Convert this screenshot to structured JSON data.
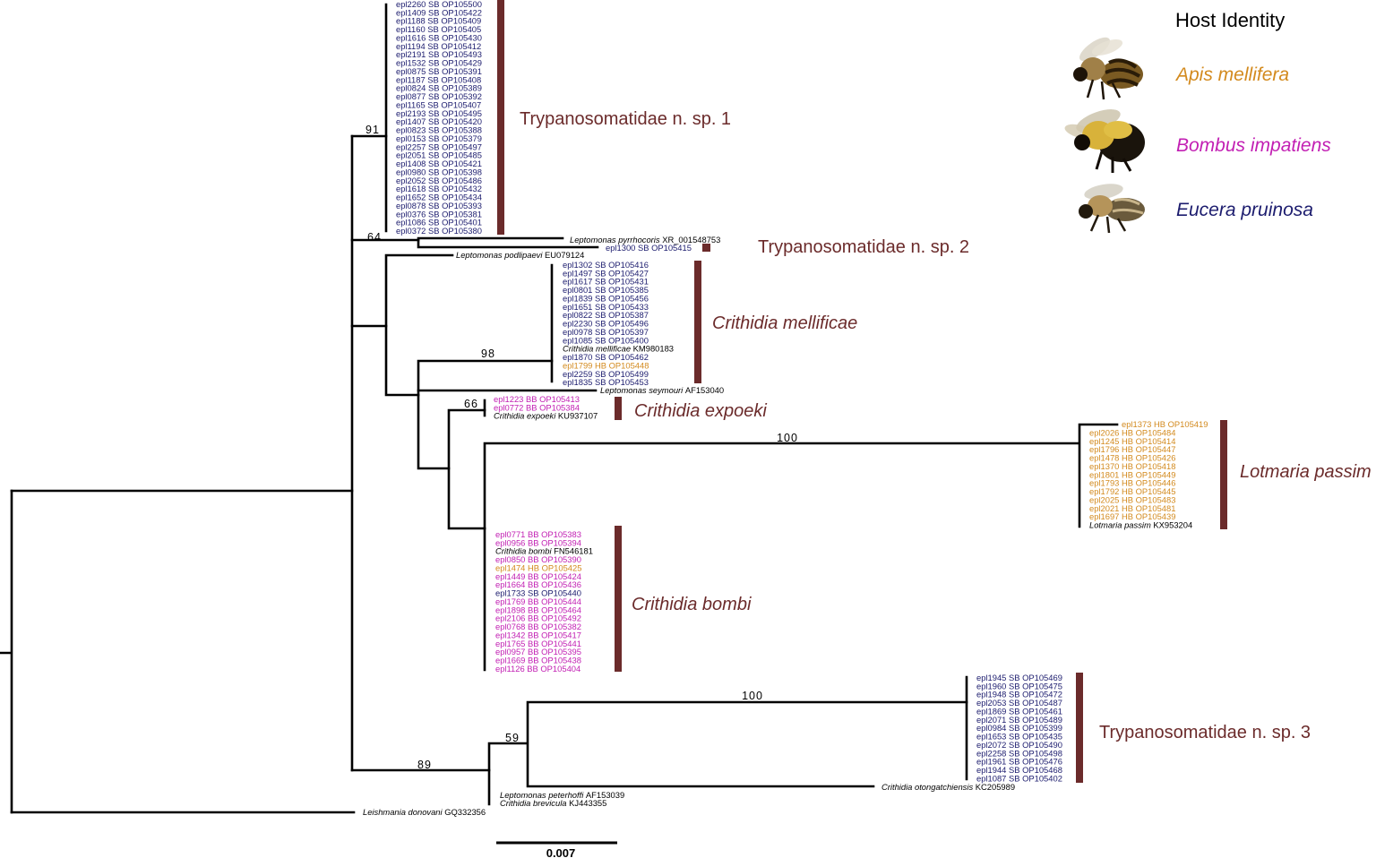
{
  "colors": {
    "branch": "#000000",
    "clade_bar": "#6b2b2b",
    "eucera": "#1c1c6e",
    "bombus": "#c21fb3",
    "apis": "#d38a1e",
    "reference": "#000000"
  },
  "legend": {
    "title": "Host Identity",
    "hosts": [
      {
        "name": "Apis mellifera",
        "color_key": "apis",
        "icon": "honeybee-icon"
      },
      {
        "name": "Bombus impatiens",
        "color_key": "bombus",
        "icon": "bumblebee-icon"
      },
      {
        "name": "Eucera pruinosa",
        "color_key": "eucera",
        "icon": "squash-bee-icon"
      }
    ]
  },
  "scale_bar": {
    "label": "0.007"
  },
  "clades": [
    {
      "label": "Trypanosomatidae n. sp. 1",
      "italic": false
    },
    {
      "label": "Trypanosomatidae n. sp. 2",
      "italic": false
    },
    {
      "label": "Crithidia mellificae",
      "italic": true
    },
    {
      "label": "Crithidia expoeki",
      "italic": true
    },
    {
      "label": "Lotmaria passim",
      "italic": true
    },
    {
      "label": "Crithidia bombi",
      "italic": true
    },
    {
      "label": "Trypanosomatidae n. sp. 3",
      "italic": false
    }
  ],
  "support_values": [
    "91",
    "64",
    "98",
    "66",
    "100",
    "100",
    "59",
    "89"
  ],
  "taxa": {
    "sp1": [
      {
        "t": "epl2260 SB OP105500",
        "h": "eucera"
      },
      {
        "t": "epl1409 SB OP105422",
        "h": "eucera"
      },
      {
        "t": "epl1188 SB OP105409",
        "h": "eucera"
      },
      {
        "t": "epl1160 SB OP105405",
        "h": "eucera"
      },
      {
        "t": "epl1616 SB OP105430",
        "h": "eucera"
      },
      {
        "t": "epl1194 SB OP105412",
        "h": "eucera"
      },
      {
        "t": "epl2191 SB OP105493",
        "h": "eucera"
      },
      {
        "t": "epl1532 SB OP105429",
        "h": "eucera"
      },
      {
        "t": "epl0875 SB OP105391",
        "h": "eucera"
      },
      {
        "t": "epl1187 SB OP105408",
        "h": "eucera"
      },
      {
        "t": "epl0824 SB OP105389",
        "h": "eucera"
      },
      {
        "t": "epl0877 SB OP105392",
        "h": "eucera"
      },
      {
        "t": "epl1165 SB OP105407",
        "h": "eucera"
      },
      {
        "t": "epl2193 SB OP105495",
        "h": "eucera"
      },
      {
        "t": "epl1407 SB OP105420",
        "h": "eucera"
      },
      {
        "t": "epl0823 SB OP105388",
        "h": "eucera"
      },
      {
        "t": "epl0153 SB OP105379",
        "h": "eucera"
      },
      {
        "t": "epl2257 SB OP105497",
        "h": "eucera"
      },
      {
        "t": "epl2051 SB OP105485",
        "h": "eucera"
      },
      {
        "t": "epl1408 SB OP105421",
        "h": "eucera"
      },
      {
        "t": "epl0980 SB OP105398",
        "h": "eucera"
      },
      {
        "t": "epl2052 SB OP105486",
        "h": "eucera"
      },
      {
        "t": "epl1618 SB OP105432",
        "h": "eucera"
      },
      {
        "t": "epl1652 SB OP105434",
        "h": "eucera"
      },
      {
        "t": "epl0878 SB OP105393",
        "h": "eucera"
      },
      {
        "t": "epl0376 SB OP105381",
        "h": "eucera"
      },
      {
        "t": "epl1086 SB OP105401",
        "h": "eucera"
      },
      {
        "t": "epl0372 SB OP105380",
        "h": "eucera"
      }
    ],
    "pyrrhocoris": {
      "name": "Leptomonas pyrrhocoris",
      "acc": "XR_001548753"
    },
    "sp2": {
      "t": "epl1300 SB OP105415",
      "h": "eucera"
    },
    "podlipaevi": {
      "name": "Leptomonas podlipaevi",
      "acc": "EU079124"
    },
    "mellificae": [
      {
        "t": "epl1302 SB OP105416",
        "h": "eucera"
      },
      {
        "t": "epl1497 SB OP105427",
        "h": "eucera"
      },
      {
        "t": "epl1617 SB OP105431",
        "h": "eucera"
      },
      {
        "t": "epl0801 SB OP105385",
        "h": "eucera"
      },
      {
        "t": "epl1839 SB OP105456",
        "h": "eucera"
      },
      {
        "t": "epl1651 SB OP105433",
        "h": "eucera"
      },
      {
        "t": "epl0822 SB OP105387",
        "h": "eucera"
      },
      {
        "t": "epl2230 SB OP105496",
        "h": "eucera"
      },
      {
        "t": "epl0978 SB OP105397",
        "h": "eucera"
      },
      {
        "t": "epl1085 SB OP105400",
        "h": "eucera"
      },
      {
        "name": "Crithidia mellificae",
        "acc": "KM980183",
        "h": "reference"
      },
      {
        "t": "epl1870 SB OP105462",
        "h": "eucera"
      },
      {
        "t": "epl1799 HB OP105448",
        "h": "apis"
      },
      {
        "t": "epl2259 SB OP105499",
        "h": "eucera"
      },
      {
        "t": "epl1835 SB OP105453",
        "h": "eucera"
      }
    ],
    "seymouri": {
      "name": "Leptomonas seymouri",
      "acc": "AF153040"
    },
    "expoeki": [
      {
        "t": "epl1223 BB OP105413",
        "h": "bombus"
      },
      {
        "t": "epl0772 BB OP105384",
        "h": "bombus"
      },
      {
        "name": "Crithidia expoeki",
        "acc": "KU937107",
        "h": "reference"
      }
    ],
    "lotmaria": [
      {
        "t": "epl1373 HB OP105419",
        "h": "apis"
      },
      {
        "t": "epl2026 HB OP105484",
        "h": "apis"
      },
      {
        "t": "epl1245 HB OP105414",
        "h": "apis"
      },
      {
        "t": "epl1796 HB OP105447",
        "h": "apis"
      },
      {
        "t": "epl1478 HB OP105426",
        "h": "apis"
      },
      {
        "t": "epl1370 HB OP105418",
        "h": "apis"
      },
      {
        "t": "epl1801 HB OP105449",
        "h": "apis"
      },
      {
        "t": "epl1793 HB OP105446",
        "h": "apis"
      },
      {
        "t": "epl1792 HB OP105445",
        "h": "apis"
      },
      {
        "t": "epl2025 HB OP105483",
        "h": "apis"
      },
      {
        "t": "epl2021 HB OP105481",
        "h": "apis"
      },
      {
        "t": "epl1697 HB OP105439",
        "h": "apis"
      },
      {
        "name": "Lotmaria passim",
        "acc": "KX953204",
        "h": "reference"
      }
    ],
    "bombi": [
      {
        "t": "epl0771 BB OP105383",
        "h": "bombus"
      },
      {
        "t": "epl0956 BB OP105394",
        "h": "bombus"
      },
      {
        "name": "Crithidia bombi",
        "acc": "FN546181",
        "h": "reference"
      },
      {
        "t": "epl0850 BB OP105390",
        "h": "bombus"
      },
      {
        "t": "epl1474 HB OP105425",
        "h": "apis"
      },
      {
        "t": "epl1449 BB OP105424",
        "h": "bombus"
      },
      {
        "t": "epl1664 BB OP105436",
        "h": "bombus"
      },
      {
        "t": "epl1733 SB OP105440",
        "h": "eucera"
      },
      {
        "t": "epl1769 BB OP105444",
        "h": "bombus"
      },
      {
        "t": "epl1898 BB OP105464",
        "h": "bombus"
      },
      {
        "t": "epl2106 BB OP105492",
        "h": "bombus"
      },
      {
        "t": "epl0768 BB OP105382",
        "h": "bombus"
      },
      {
        "t": "epl1342 BB OP105417",
        "h": "bombus"
      },
      {
        "t": "epl1765 BB OP105441",
        "h": "bombus"
      },
      {
        "t": "epl0957 BB OP105395",
        "h": "bombus"
      },
      {
        "t": "epl1669 BB OP105438",
        "h": "bombus"
      },
      {
        "t": "epl1126 BB OP105404",
        "h": "bombus"
      }
    ],
    "sp3": [
      {
        "t": "epl1945 SB OP105469",
        "h": "eucera"
      },
      {
        "t": "epl1960 SB OP105475",
        "h": "eucera"
      },
      {
        "t": "epl1948 SB OP105472",
        "h": "eucera"
      },
      {
        "t": "epl2053 SB OP105487",
        "h": "eucera"
      },
      {
        "t": "epl1869 SB OP105461",
        "h": "eucera"
      },
      {
        "t": "epl2071 SB OP105489",
        "h": "eucera"
      },
      {
        "t": "epl0984 SB OP105399",
        "h": "eucera"
      },
      {
        "t": "epl1653 SB OP105435",
        "h": "eucera"
      },
      {
        "t": "epl2072 SB OP105490",
        "h": "eucera"
      },
      {
        "t": "epl2258 SB OP105498",
        "h": "eucera"
      },
      {
        "t": "epl1961 SB OP105476",
        "h": "eucera"
      },
      {
        "t": "epl1944 SB OP105468",
        "h": "eucera"
      },
      {
        "t": "epl1087 SB OP105402",
        "h": "eucera"
      }
    ],
    "otongatchiensis": {
      "name": "Crithidia otongatchiensis",
      "acc": "KC205989"
    },
    "peterhoffi": {
      "name": "Leptomonas peterhoffi",
      "acc": "AF153039"
    },
    "brevicula": {
      "name": "Crithidia brevicula",
      "acc": "KJ443355"
    },
    "donovani": {
      "name": "Leishmania donovani",
      "acc": "GQ332356"
    }
  }
}
